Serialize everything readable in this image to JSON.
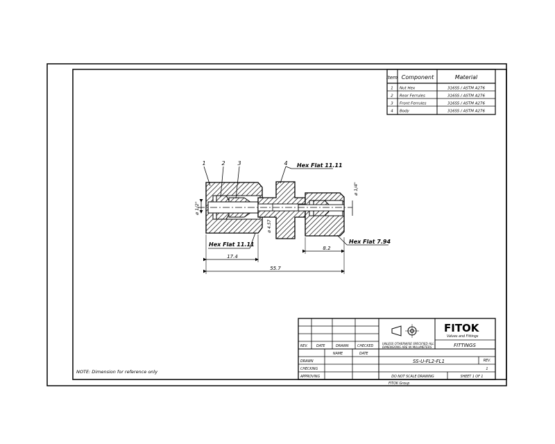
{
  "parts_table": {
    "headers": {
      "item": "Item",
      "component": "Component",
      "material": "Material"
    },
    "rows": [
      {
        "item": "1",
        "component": "Nut Hex",
        "material": "316SS / ASTM A276"
      },
      {
        "item": "2",
        "component": "Rear Ferrules",
        "material": "316SS / ASTM A276"
      },
      {
        "item": "3",
        "component": "Front Ferrules",
        "material": "316SS / ASTM A276"
      },
      {
        "item": "4",
        "component": "Body",
        "material": "316SS / ASTM A276"
      }
    ]
  },
  "callouts": {
    "c1": "1",
    "c2": "2",
    "c3": "3",
    "c4": "4"
  },
  "dimensions": {
    "hex_flat_body": "Hex Flat 11.11",
    "hex_flat_nut_left": "Hex Flat 11.11",
    "hex_flat_nut_right": "Hex Flat 7.94",
    "dia_left": "ø 1/2\"",
    "dia_right": "ø 1/4\"",
    "dia_inner": "ø 4.57",
    "len_nut": "17.4",
    "len_total": "55.7",
    "len_right": "8.2"
  },
  "note": "NOTE: Dimension for reference only",
  "title_block": {
    "rev_headers": {
      "rev": "REV.",
      "date": "DATE",
      "drawn": "DRAWN",
      "checked": "CHECKED"
    },
    "name_date": {
      "name": "NAME",
      "date": "DATE"
    },
    "role_labels": {
      "drawn": "DRAWN",
      "checking": "CHECKING",
      "approving": "APPROVING"
    },
    "projection_note_1": "UNLESS OTHERWISE SPECIFIED ALL",
    "projection_note_2": "DIMENSIONS ARE IN MILLIMETERS",
    "logo": "FITOK",
    "logo_sub": "Valves and Fittings",
    "category": "FITTINGS",
    "part_number": "SS-U-FL2-FL1",
    "rev_label": "REV.",
    "rev_value": "1",
    "do_not_scale": "DO NOT SCALE DRAWING",
    "sheet": "SHEET 1 OF 1",
    "company": "FITOK Group"
  }
}
